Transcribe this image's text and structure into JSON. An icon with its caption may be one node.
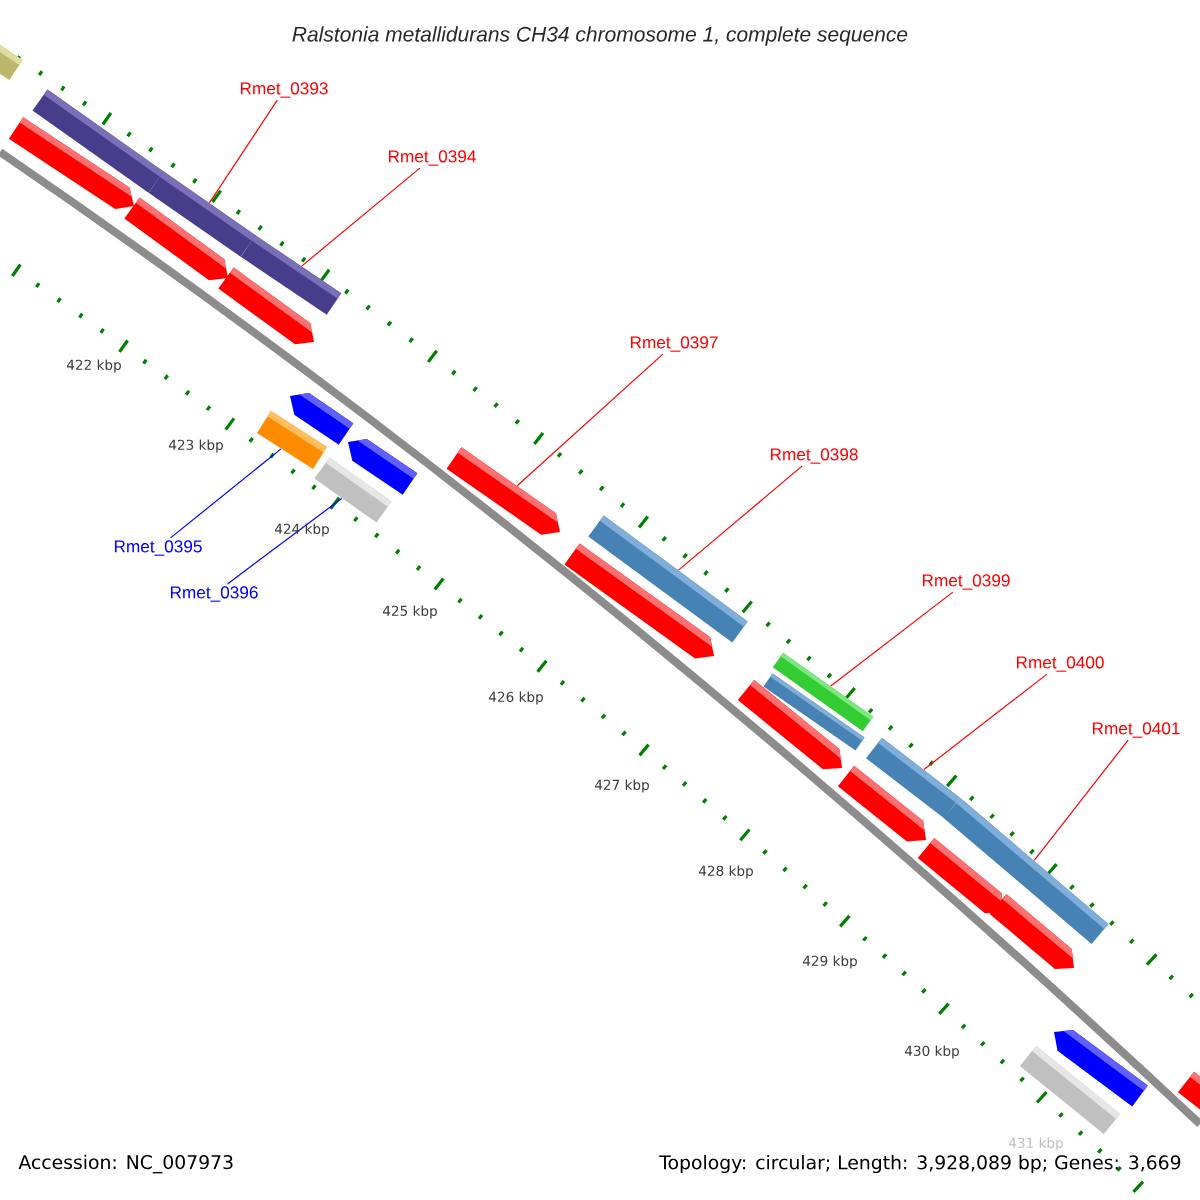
{
  "diagram": {
    "title": "Ralstonia metallidurans CH34 chromosome 1, complete sequence",
    "nodes": [
      {
        "text": [
          "Rmet_0393"
        ]
      },
      {
        "text": [
          "Rmet_0394"
        ]
      },
      {
        "text": [
          "Rmet_0397"
        ]
      },
      {
        "text": [
          "Rmet_0398"
        ]
      },
      {
        "text": [
          "Rmet_0399"
        ]
      },
      {
        "text": [
          "Rmet_0400"
        ]
      },
      {
        "text": [
          "Rmet_0401"
        ]
      },
      {
        "text": [
          "Rmet_0395"
        ]
      },
      {
        "text": [
          "Rmet_0396"
        ]
      },
      {
        "text": [],
        "shape": "bar"
      },
      {
        "text": [],
        "shape": "bar"
      },
      {
        "text": [],
        "shape": "bar"
      },
      {
        "text": [],
        "shape": "bar"
      },
      {
        "text": [],
        "shape": "bar"
      },
      {
        "text": [],
        "shape": "bar"
      },
      {
        "text": [],
        "shape": "bar"
      },
      {
        "text": [],
        "shape": "bar"
      },
      {
        "text": [],
        "shape": "bar"
      },
      {
        "text": [],
        "shape": "bar"
      },
      {
        "text": [],
        "shape": "bar"
      },
      {
        "text": [],
        "shape": "bar"
      },
      {
        "text": [],
        "shape": "bar"
      },
      {
        "text": [],
        "shape": "bar"
      },
      {
        "text": [],
        "shape": "bar"
      },
      {
        "text": [],
        "shape": "bar"
      },
      {
        "text": [],
        "shape": "bar"
      },
      {
        "text": [],
        "shape": "bar"
      },
      {
        "text": [],
        "shape": "bar"
      },
      {
        "text": [],
        "shape": "bar"
      },
      {
        "text": [],
        "shape": "bar"
      },
      {
        "text": [],
        "shape": "bar"
      },
      {
        "text": [],
        "shape": "bar"
      },
      {
        "text": [],
        "shape": "bar"
      },
      {
        "text": [],
        "shape": "bar"
      }
    ],
    "edges": [
      {
        "from": 0,
        "to": 13,
        "arrow": "none"
      },
      {
        "from": 1,
        "to": 15,
        "arrow": "none"
      },
      {
        "from": 2,
        "to": 20,
        "arrow": "none"
      },
      {
        "from": 3,
        "to": 22,
        "arrow": "none"
      },
      {
        "from": 4,
        "to": 25,
        "arrow": "none"
      },
      {
        "from": 5,
        "to": 27,
        "arrow": "none"
      },
      {
        "from": 6,
        "to": 29,
        "arrow": "none"
      },
      {
        "from": 7,
        "to": 16,
        "arrow": "none",
        "color": "#0000ff"
      },
      {
        "from": 8,
        "to": 18,
        "arrow": "none",
        "color": "#0000ff"
      }
    ],
    "labels": [
      "422 kbp",
      "423 kbp",
      "424 kbp",
      "425 kbp",
      "426 kbp",
      "427 kbp",
      "428 kbp",
      "429 kbp",
      "430 kbp",
      "431 kbp",
      "Accession: NC_007973",
      "Topology: circular; Length: 3,928,089 bp; Genes: 3,669"
    ]
  }
}
